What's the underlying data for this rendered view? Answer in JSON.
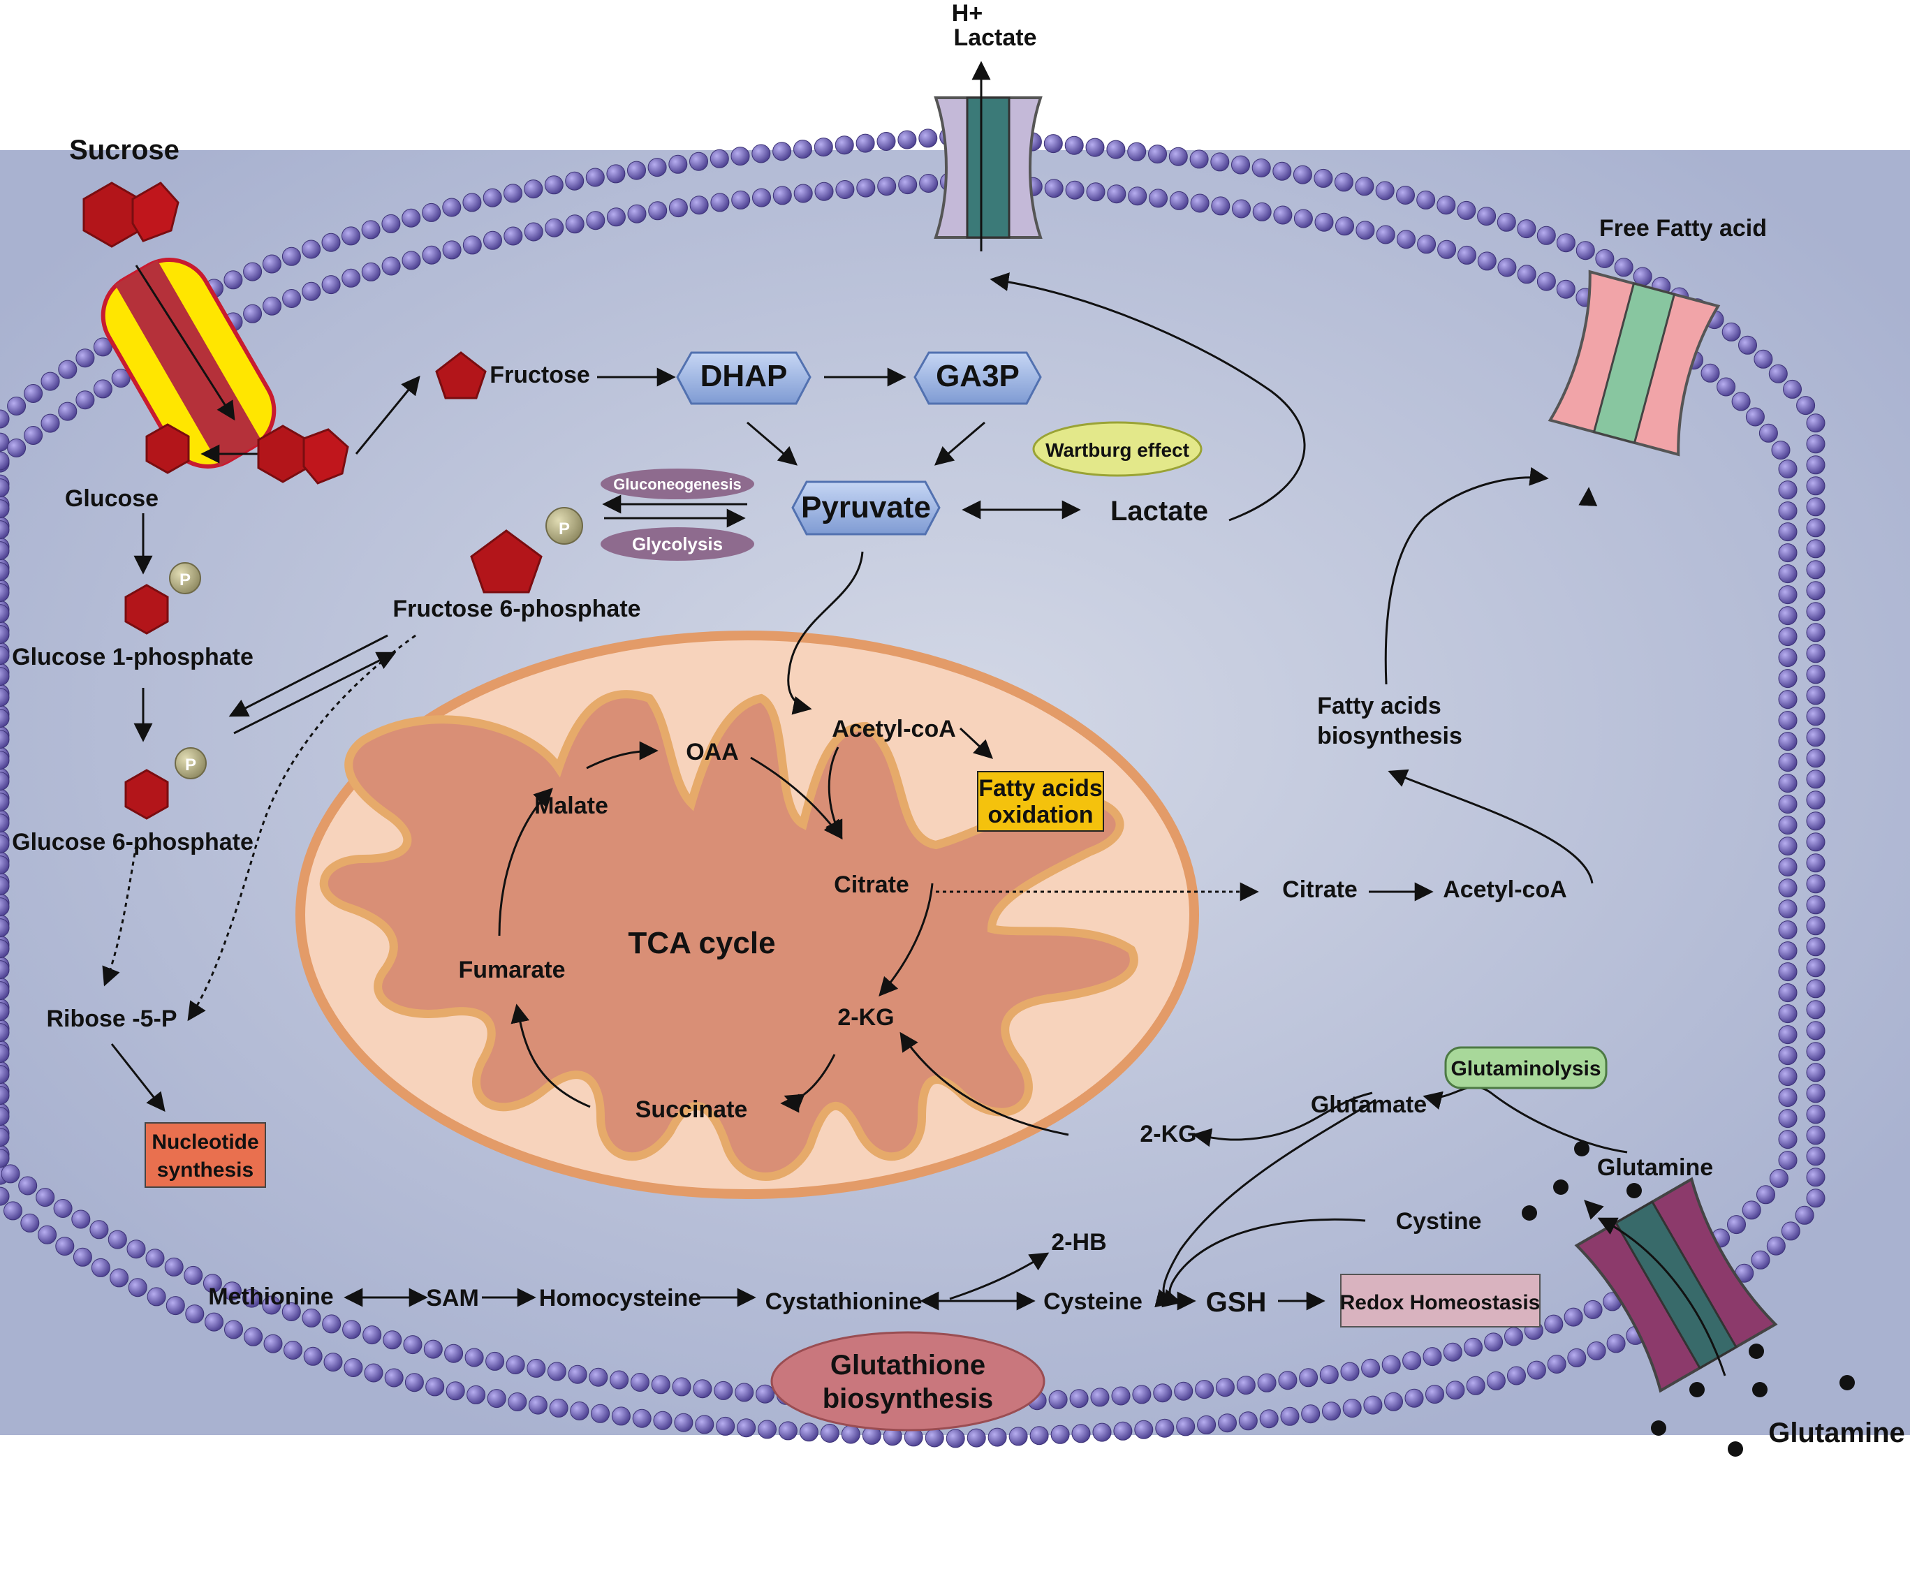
{
  "outside": {
    "sucrose": "Sucrose",
    "h_plus": "H+",
    "lactate_out": "Lactate",
    "free_fatty_acid": "Free Fatty acid",
    "glutamine_out": "Glutamine"
  },
  "glycolysis": {
    "glucose": "Glucose",
    "fructose": "Fructose",
    "dhap": "DHAP",
    "ga3p": "GA3P",
    "pyruvate": "Pyruvate",
    "lactate": "Lactate",
    "wartburg": "Wartburg effect",
    "gluconeogenesis": "Gluconeogenesis",
    "glycolysis_label": "Glycolysis",
    "fructose_6p": "Fructose 6-phosphate",
    "glucose_1p": "Glucose 1-phosphate",
    "glucose_6p": "Glucose 6-phosphate",
    "phosphate_symbol": "P",
    "ribose_5p": "Ribose -5-P",
    "nucleotide_synthesis_1": "Nucleotide",
    "nucleotide_synthesis_2": "synthesis"
  },
  "tca": {
    "acetyl_coa": "Acetyl-coA",
    "fatty_acids_oxidation_1": "Fatty acids",
    "fatty_acids_oxidation_2": "oxidation",
    "oaa": "OAA",
    "malate": "Malate",
    "citrate": "Citrate",
    "tca_cycle": "TCA cycle",
    "fumarate": "Fumarate",
    "two_kg": "2-KG",
    "succinate": "Succinate"
  },
  "lipid": {
    "citrate": "Citrate",
    "acetyl_coa": "Acetyl-coA",
    "fatty_acids_biosynthesis_1": "Fatty acids",
    "fatty_acids_biosynthesis_2": "biosynthesis"
  },
  "glutamine": {
    "glutaminolysis": "Glutaminolysis",
    "glutamate": "Glutamate",
    "glutamine_in": "Glutamine",
    "two_kg": "2-KG",
    "cystine": "Cystine"
  },
  "glutathione": {
    "methionine": "Methionine",
    "sam": "SAM",
    "homocysteine": "Homocysteine",
    "cystathionine": "Cystathionine",
    "two_hb": "2-HB",
    "cysteine": "Cysteine",
    "gsh": "GSH",
    "redox": "Redox Homeostasis",
    "glutathione_biosynthesis_1": "Glutathione",
    "glutathione_biosynthesis_2": "biosynthesis"
  },
  "colors": {
    "cytoplasm": "#b9c0d8",
    "bead": "#6a5fa8",
    "mito_outer": "#f0b48a",
    "mito_inner": "#d98f76",
    "hexagon_red": "#b3151a",
    "node_blue": "#9fb6e6",
    "wartburg_fill": "#e3e88a",
    "fatty_ox_fill": "#f4c20d",
    "nucleotide_fill": "#e9704f",
    "redox_fill": "#d9b3bf",
    "glutathione_fill": "#c9777d",
    "glutaminolysis_fill": "#a8d89a",
    "pathway_oval": "#8e6b8e"
  }
}
